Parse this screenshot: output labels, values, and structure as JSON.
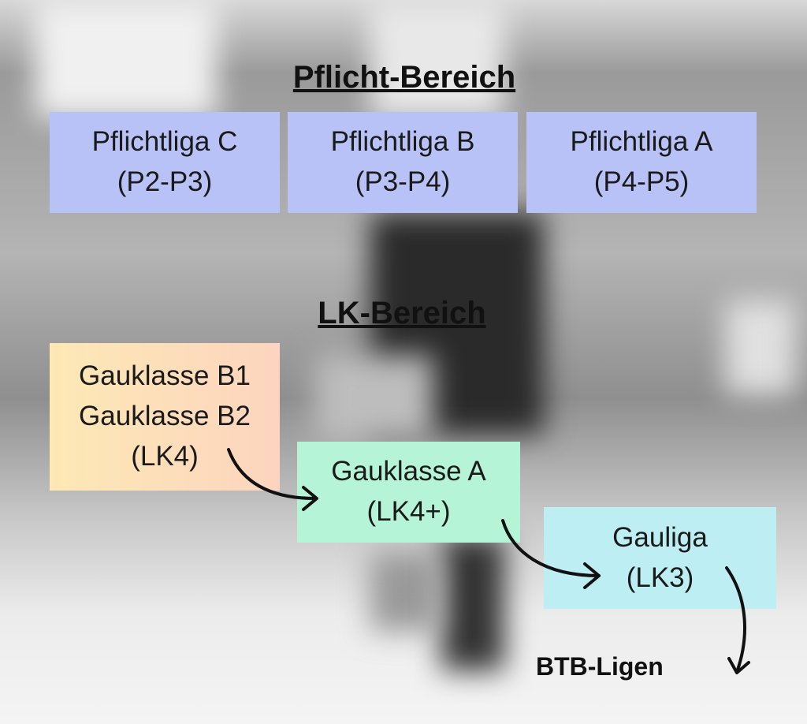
{
  "pflicht": {
    "title": "Pflicht-Bereich",
    "boxes": [
      {
        "name": "Pflichtliga C",
        "level": "(P2-P3)"
      },
      {
        "name": "Pflichtliga B",
        "level": "(P3-P4)"
      },
      {
        "name": "Pflichtliga A",
        "level": "(P4-P5)"
      }
    ],
    "color": "#b8c2f6"
  },
  "lk": {
    "title": "LK-Bereich",
    "boxes": [
      {
        "lines": [
          "Gauklasse B1",
          "Gauklasse B2",
          "(LK4)"
        ],
        "color": "#fde6b8"
      },
      {
        "lines": [
          "Gauklasse A",
          "(LK4+)"
        ],
        "color": "#b6f4d8"
      },
      {
        "lines": [
          "Gauliga",
          "(LK3)"
        ],
        "color": "#bdeef3"
      }
    ],
    "final": "BTB-Ligen"
  }
}
